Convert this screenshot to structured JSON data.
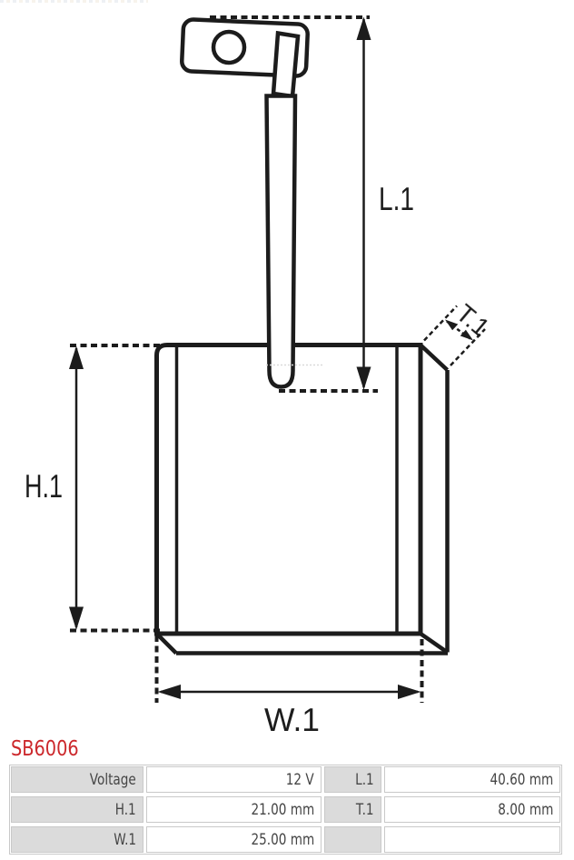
{
  "part_number": "SB6006",
  "colors": {
    "part_number_red": "#cc282c",
    "line_color": "#1c1c1c",
    "label_cell_bg": "#dbdbdb",
    "cell_border": "#c9c9c9",
    "table_text": "#454545"
  },
  "diagram": {
    "labels": {
      "length": "L.1",
      "height": "H.1",
      "width": "W.1",
      "thickness": "T.1"
    }
  },
  "spec_table": {
    "rows": [
      {
        "label1": "Voltage",
        "value1": "12 V",
        "label2": "L.1",
        "value2": "40.60 mm"
      },
      {
        "label1": "H.1",
        "value1": "21.00 mm",
        "label2": "T.1",
        "value2": "8.00 mm"
      },
      {
        "label1": "W.1",
        "value1": "25.00 mm",
        "label2": "",
        "value2": ""
      }
    ]
  }
}
